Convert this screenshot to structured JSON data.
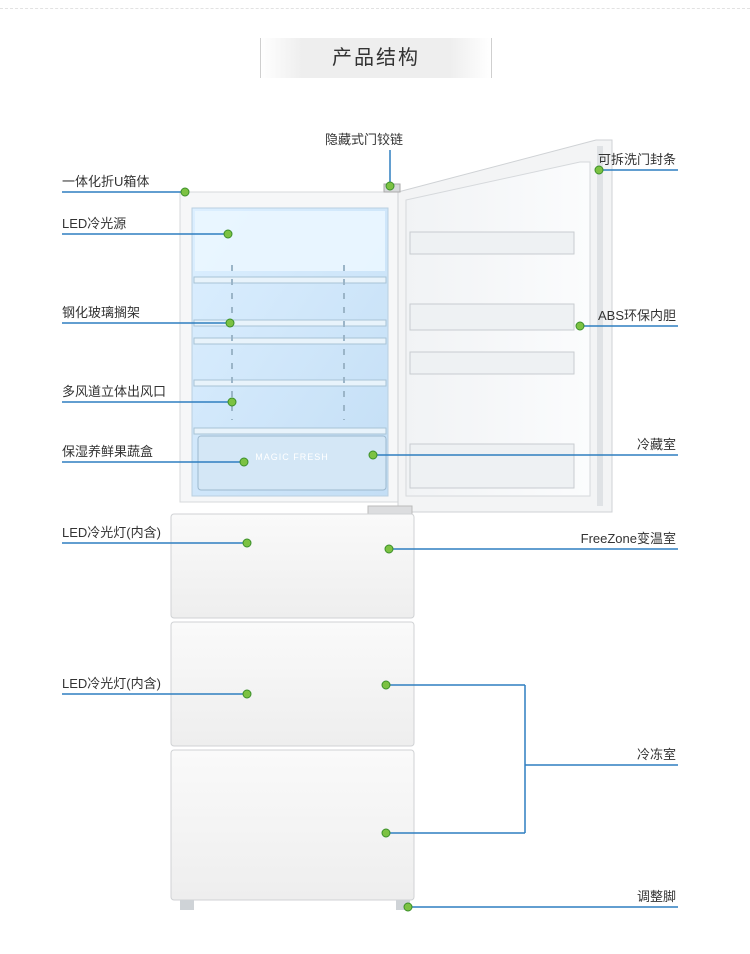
{
  "title": "产品结构",
  "colors": {
    "line": "#2f7fc0",
    "dot_fill": "#7cc242",
    "dot_stroke": "#3b8f2a",
    "text": "#333333"
  },
  "labels_left": [
    "一体化折U箱体",
    "LED冷光源",
    "钢化玻璃搁架",
    "多风道立体出风口",
    "保湿养鲜果蔬盒",
    "LED冷光灯(内含)",
    "LED冷光灯(内含)"
  ],
  "labels_right": [
    "可拆洗门封条",
    "ABS环保内胆",
    "冷藏室",
    "FreeZone变温室",
    "冷冻室",
    "调整脚"
  ],
  "label_top": "隐藏式门铰链",
  "fridge": {
    "drawer_text": "MAGIC FRESH"
  }
}
